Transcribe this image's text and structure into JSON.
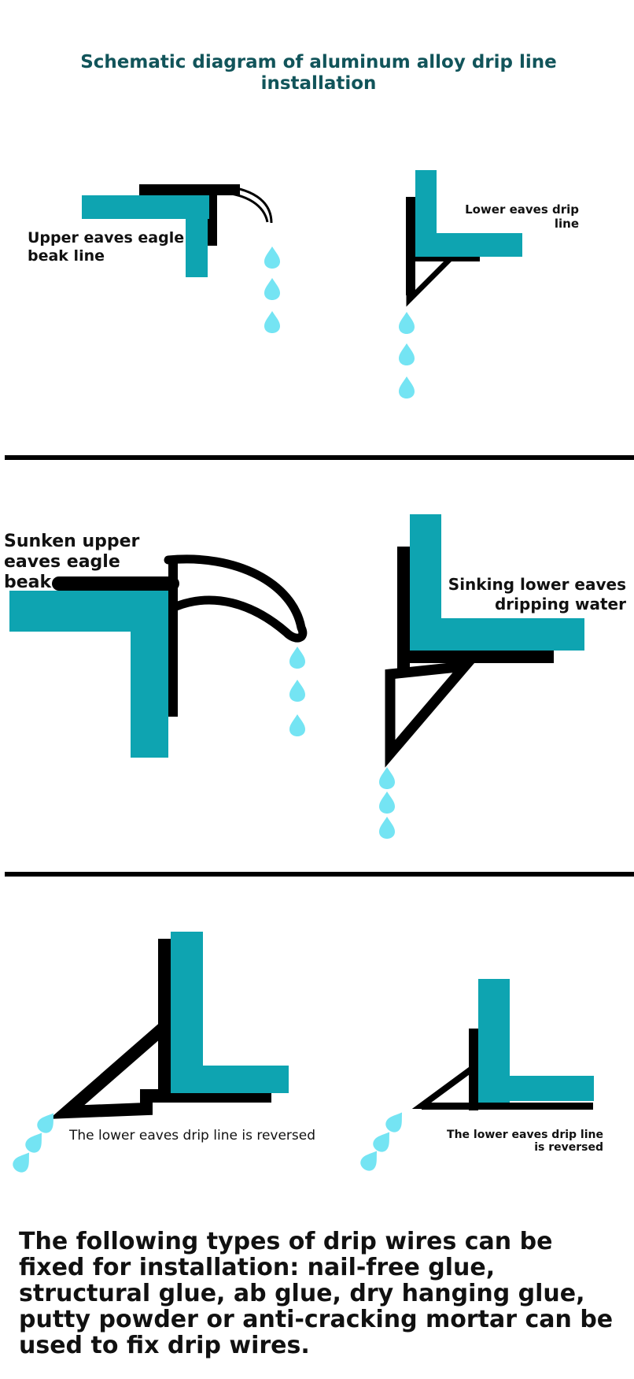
{
  "title": "Schematic diagram of aluminum alloy drip line installation",
  "labels": {
    "upper_eaves": "Upper eaves eagle beak line",
    "lower_eaves": "Lower eaves drip line",
    "sunken_upper": "Sunken upper eaves eagle beak",
    "sinking_lower": "Sinking lower eaves dripping water",
    "reversed_1": "The lower eaves drip line is reversed",
    "reversed_2": "The lower eaves drip line is reversed"
  },
  "note": "The following types of drip wires can be fixed for installation: nail-free glue, structural glue, ab glue, dry hanging glue, putty powder or anti-cracking mortar can be used to fix drip wires.",
  "colors": {
    "teal": "#0ea4b1",
    "black": "#000000",
    "drop": "#74e4f3",
    "title": "#11545a"
  }
}
